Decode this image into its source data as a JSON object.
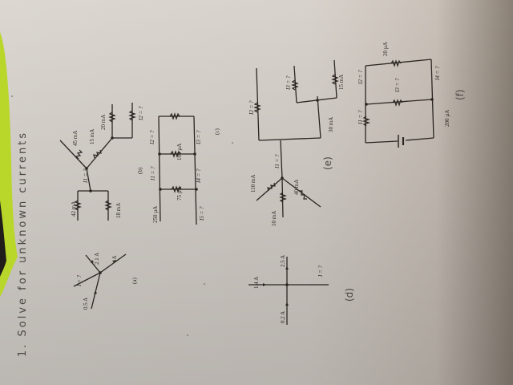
{
  "document": {
    "heading": "1. Solve for unknown currents",
    "heading_parts": [
      "1.",
      "Solve",
      "for",
      "unknown",
      "currents"
    ],
    "orientation": "rotated 90° counter-clockwise",
    "colors": {
      "paper": "#ddd8d2",
      "ink": "#2b2622",
      "highlighter": "#b9d62a",
      "shadow": "#7d746a"
    }
  },
  "circuits": {
    "a": {
      "label": "(a)",
      "currents": [
        "0.5 A",
        "2.1 A",
        "1A"
      ],
      "unknown": "I = ?"
    },
    "b": {
      "label": "(b)",
      "currents": [
        "45 mA",
        "15 mA",
        "20 mA",
        "42 mA",
        "18 mA"
      ],
      "unknowns": [
        "I1 = ?",
        "I2 = ?"
      ]
    },
    "c": {
      "label": "(c)",
      "currents": [
        "250 µA",
        "75 µA",
        "100 µA"
      ],
      "unknowns": [
        "I1 = ?",
        "I2 = ?",
        "I3 = ?",
        "I4 = ?",
        "I5 = ?"
      ]
    },
    "d": {
      "label": "(d)",
      "currents": [
        "1.4 A",
        "2.5 A",
        "0.2 A"
      ],
      "unknown": "I = ?"
    },
    "e": {
      "label": "(e)",
      "currents": [
        "110 mA",
        "10 mA",
        "40 mA",
        "30 mA",
        "15 mA"
      ],
      "unknowns": [
        "I1 = ?",
        "I2 = ?",
        "I3 = ?"
      ]
    },
    "f": {
      "label": "(f)",
      "currents": [
        "20 µA",
        "200 µA"
      ],
      "unknowns": [
        "I1 = ?",
        "I2 = ?",
        "I3 = ?",
        "I4 = ?"
      ]
    }
  }
}
